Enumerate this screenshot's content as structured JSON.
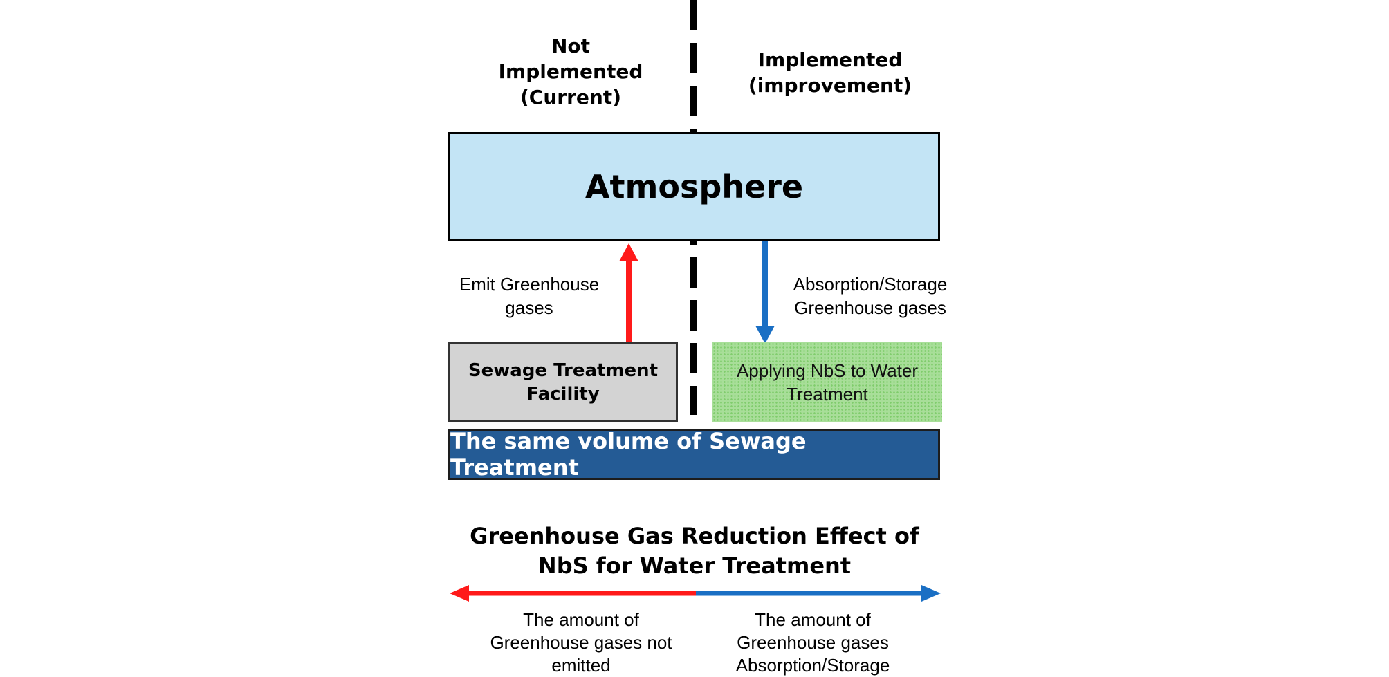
{
  "header": {
    "not_implemented": "Not Implemented (Current)",
    "implemented": "Implemented (improvement)"
  },
  "atmosphere": {
    "label": "Atmosphere"
  },
  "flows": {
    "emit_label": "Emit Greenhouse gases",
    "absorb_label": "Absorption/Storage Greenhouse gases"
  },
  "facilities": {
    "sewage": "Sewage Treatment Facility",
    "nbs": "Applying NbS to Water Treatment"
  },
  "base": {
    "label": "The same volume of Sewage Treatment"
  },
  "effect": {
    "title": "Greenhouse Gas Reduction Effect of NbS for Water Treatment",
    "left_label": "The amount of Greenhouse gases not emitted",
    "right_label": "The amount of Greenhouse gases Absorption/Storage"
  },
  "colors": {
    "emit": "#ff1a1a",
    "absorb": "#1a6fc4",
    "atmosphere_fill": "#c3e4f5",
    "sewage_fill": "#d3d3d3",
    "nbs_fill": "#a8de99",
    "base_fill": "#245b95"
  }
}
